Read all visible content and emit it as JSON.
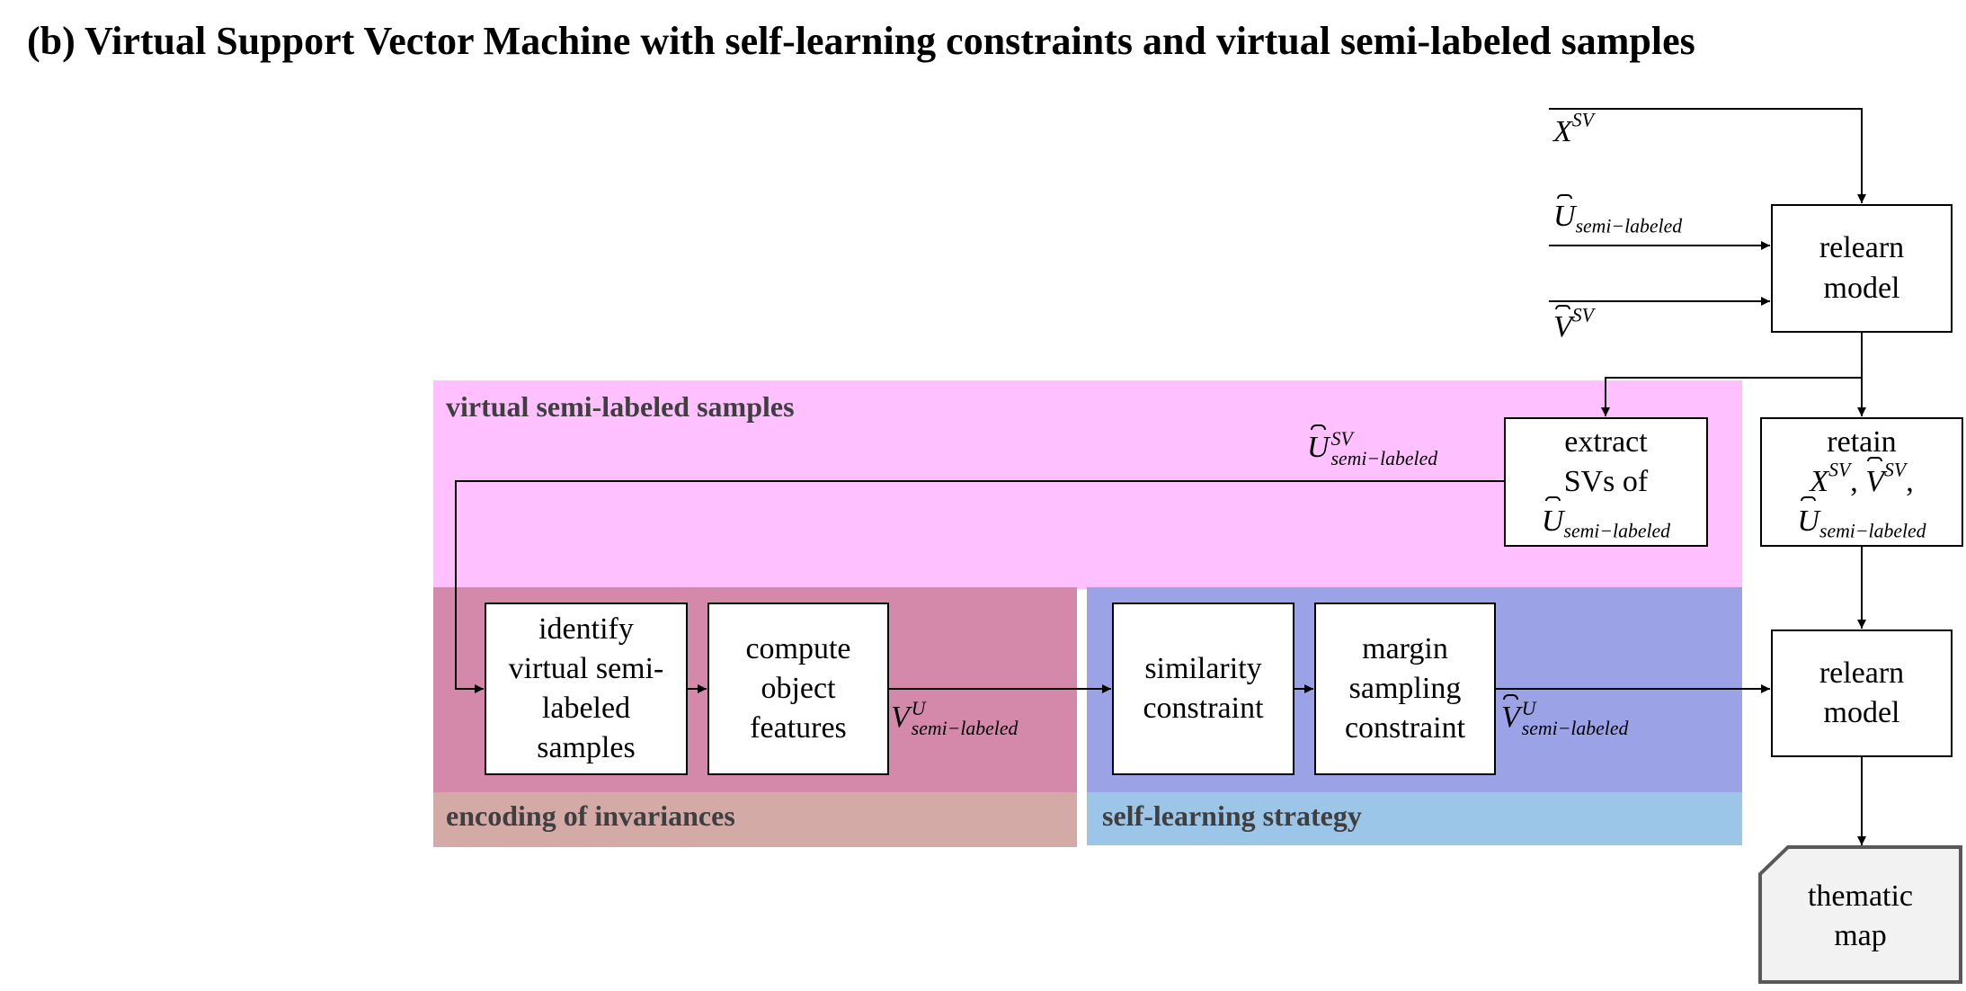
{
  "title": "(b) Virtual Support Vector Machine with self-learning constraints and virtual semi-labeled samples",
  "regions": {
    "virtual_semi_labeled": {
      "label": "virtual semi-labeled samples",
      "color": "#ffc0ff"
    },
    "encoding": {
      "label": "encoding of invariances",
      "color": "#d4aaa7",
      "inner_color": "#d489aa"
    },
    "self_learning": {
      "label": "self-learning strategy",
      "color": "#9bc6e8",
      "inner_color": "#9ba3e6"
    }
  },
  "boxes": {
    "relearn_top": [
      "relearn",
      "model"
    ],
    "extract": [
      "extract",
      "SVs of"
    ],
    "extract_sub": {
      "base": "U",
      "sub": "semi−labeled"
    },
    "retain": [
      "retain"
    ],
    "identify": [
      "identify",
      "virtual semi-",
      "labeled",
      "samples"
    ],
    "compute": [
      "compute",
      "object",
      "features"
    ],
    "similarity": [
      "similarity",
      "constraint"
    ],
    "margin": [
      "margin",
      "sampling",
      "constraint"
    ],
    "relearn_bottom": [
      "relearn",
      "model"
    ],
    "thematic_map": [
      "thematic",
      "map"
    ]
  },
  "labels": {
    "x_sv": {
      "base": "X",
      "sup": "SV"
    },
    "u_semi": {
      "base": "U",
      "sub": "semi−labeled"
    },
    "v_sv": {
      "base": "V",
      "sup": "SV"
    },
    "u_sv_semi": {
      "base": "U",
      "sup": "SV",
      "sub": "semi−labeled"
    },
    "v_u_semi": {
      "base": "V",
      "sup": "U",
      "sub": "semi−labeled"
    },
    "vhat_u_semi": {
      "base": "V",
      "sup": "U",
      "sub": "semi−labeled"
    },
    "retain_x": {
      "base": "X",
      "sup": "SV"
    },
    "retain_v": {
      "base": "V",
      "sup": "SV"
    },
    "retain_u": {
      "base": "U",
      "sub": "semi−labeled"
    },
    "comma": ","
  }
}
